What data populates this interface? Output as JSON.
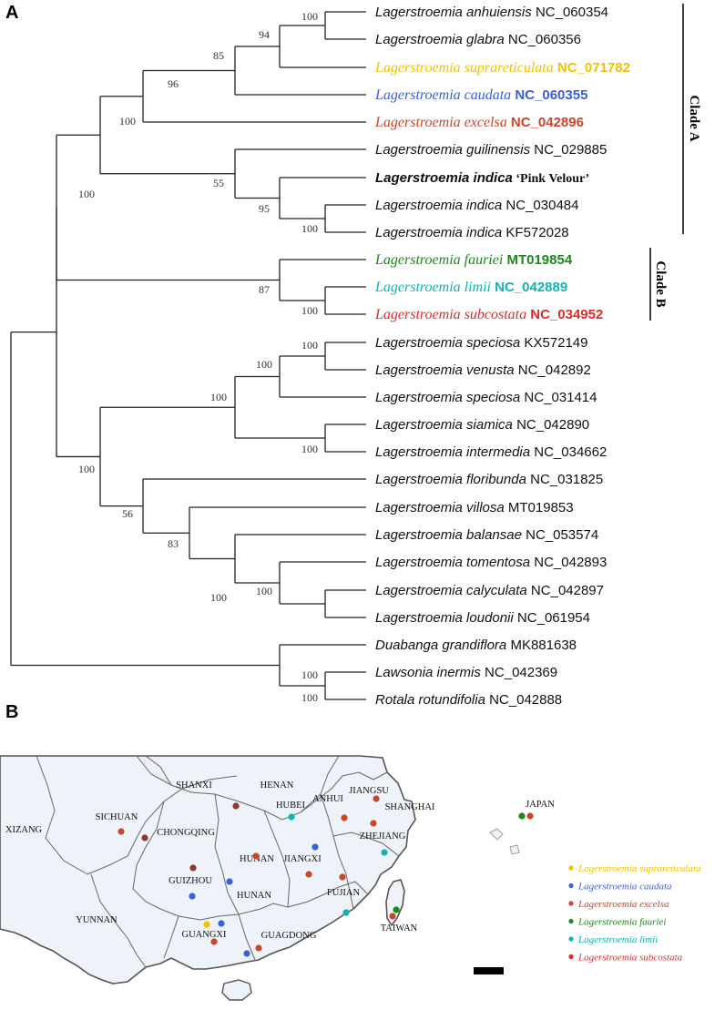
{
  "panels": {
    "a": "A",
    "b": "B"
  },
  "tree": {
    "leaves": [
      {
        "genus": "Lagerstroemia",
        "species": "anhuiensis",
        "acc": "NC_060354",
        "color": "#111111",
        "style": "plain"
      },
      {
        "genus": "Lagerstroemia",
        "species": "glabra",
        "acc": "NC_060356",
        "color": "#111111",
        "style": "plain"
      },
      {
        "genus": "Lagerstroemia",
        "species": "suprareticulata",
        "acc": "NC_071782",
        "color": "#f2c200",
        "style": "serif"
      },
      {
        "genus": "Lagerstroemia",
        "species": "caudata",
        "acc": "NC_060355",
        "color": "#3a5fd6",
        "style": "serif"
      },
      {
        "genus": "Lagerstroemia",
        "species": "excelsa",
        "acc": "NC_042896",
        "color": "#c8462a",
        "style": "serif"
      },
      {
        "genus": "Lagerstroemia",
        "species": "guilinensis",
        "acc": "NC_029885",
        "color": "#111111",
        "style": "plain"
      },
      {
        "genus": "Lagerstroemia",
        "species": "indica",
        "acc": "‘Pink Velour’",
        "color": "#000000",
        "style": "bold"
      },
      {
        "genus": "Lagerstroemia",
        "species": "indica",
        "acc": "NC_030484",
        "color": "#111111",
        "style": "plain"
      },
      {
        "genus": "Lagerstroemia",
        "species": "indica",
        "acc": "KF572028",
        "color": "#111111",
        "style": "plain"
      },
      {
        "genus": "Lagerstroemia",
        "species": "fauriei",
        "acc": "MT019854",
        "color": "#1a8a1a",
        "style": "serif"
      },
      {
        "genus": "Lagerstroemia",
        "species": "limii",
        "acc": "NC_042889",
        "color": "#12b3b3",
        "style": "serif"
      },
      {
        "genus": "Lagerstroemia",
        "species": "subcostata",
        "acc": "NC_034952",
        "color": "#e12a2a",
        "style": "serif"
      },
      {
        "genus": "Lagerstroemia",
        "species": "speciosa",
        "acc": "KX572149",
        "color": "#111111",
        "style": "plain"
      },
      {
        "genus": "Lagerstroemia",
        "species": "venusta",
        "acc": "NC_042892",
        "color": "#111111",
        "style": "plain"
      },
      {
        "genus": "Lagerstroemia",
        "species": "speciosa",
        "acc": "NC_031414",
        "color": "#111111",
        "style": "plain"
      },
      {
        "genus": "Lagerstroemia",
        "species": "siamica",
        "acc": "NC_042890",
        "color": "#111111",
        "style": "plain"
      },
      {
        "genus": "Lagerstroemia",
        "species": "intermedia",
        "acc": "NC_034662",
        "color": "#111111",
        "style": "plain"
      },
      {
        "genus": "Lagerstroemia",
        "species": "floribunda",
        "acc": "NC_031825",
        "color": "#111111",
        "style": "plain"
      },
      {
        "genus": "Lagerstroemia",
        "species": "villosa",
        "acc": "MT019853",
        "color": "#111111",
        "style": "plain"
      },
      {
        "genus": "Lagerstroemia",
        "species": "balansae",
        "acc": "NC_053574",
        "color": "#111111",
        "style": "plain"
      },
      {
        "genus": "Lagerstroemia",
        "species": "tomentosa",
        "acc": "NC_042893",
        "color": "#111111",
        "style": "plain"
      },
      {
        "genus": "Lagerstroemia",
        "species": "calyculata",
        "acc": "NC_042897",
        "color": "#111111",
        "style": "plain"
      },
      {
        "genus": "Lagerstroemia",
        "species": "loudonii",
        "acc": "NC_061954",
        "color": "#111111",
        "style": "plain"
      },
      {
        "genus": "Duabanga",
        "species": "grandiflora",
        "acc": "MK881638",
        "color": "#111111",
        "style": "plain"
      },
      {
        "genus": "Lawsonia",
        "species": "inermis",
        "acc": "NC_042369",
        "color": "#111111",
        "style": "plain"
      },
      {
        "genus": "Rotala",
        "species": "rotundifolia",
        "acc": "NC_042888",
        "color": "#111111",
        "style": "plain"
      }
    ],
    "bootstrap": [
      "100",
      "94",
      "85",
      "96",
      "100",
      "55",
      "95",
      "100",
      "100",
      "87",
      "100",
      "100",
      "100",
      "100",
      "100",
      "100",
      "56",
      "83",
      "100",
      "100",
      "100",
      "100"
    ],
    "clades": [
      "Clade A",
      "Clade B"
    ]
  },
  "map": {
    "provinces": [
      "SHANXI",
      "HENAN",
      "JIANGSU",
      "SHANGHAI",
      "ANHUI",
      "HUBEI",
      "SICHUAN",
      "CHONGQING",
      "XIZANG",
      "ZHEJIANG",
      "HUNAN",
      "JIANGXI",
      "GUIZHOU",
      "HUNAN",
      "YUNNAN",
      "FUJIAN",
      "GUANGXI",
      "GUAGDONG",
      "TAIWAN",
      "JAPAN"
    ],
    "legend": [
      {
        "label": "Lagerstroemia suprareticulata",
        "color": "#f2c200"
      },
      {
        "label": "Lagerstroemia caudata",
        "color": "#3a5fd6"
      },
      {
        "label": "Lagerstroemia excelsa",
        "color": "#c8462a"
      },
      {
        "label": "Lagerstroemia fauriei",
        "color": "#1a8a1a"
      },
      {
        "label": "Lagerstroemia limii",
        "color": "#12b3b3"
      },
      {
        "label": "Lagerstroemia subcostata",
        "color": "#e12a2a"
      }
    ],
    "colors": {
      "land": "#eef3fa",
      "sea": "#ffffff",
      "border": "#555555",
      "dot_brown": "#8b3a2e"
    }
  }
}
